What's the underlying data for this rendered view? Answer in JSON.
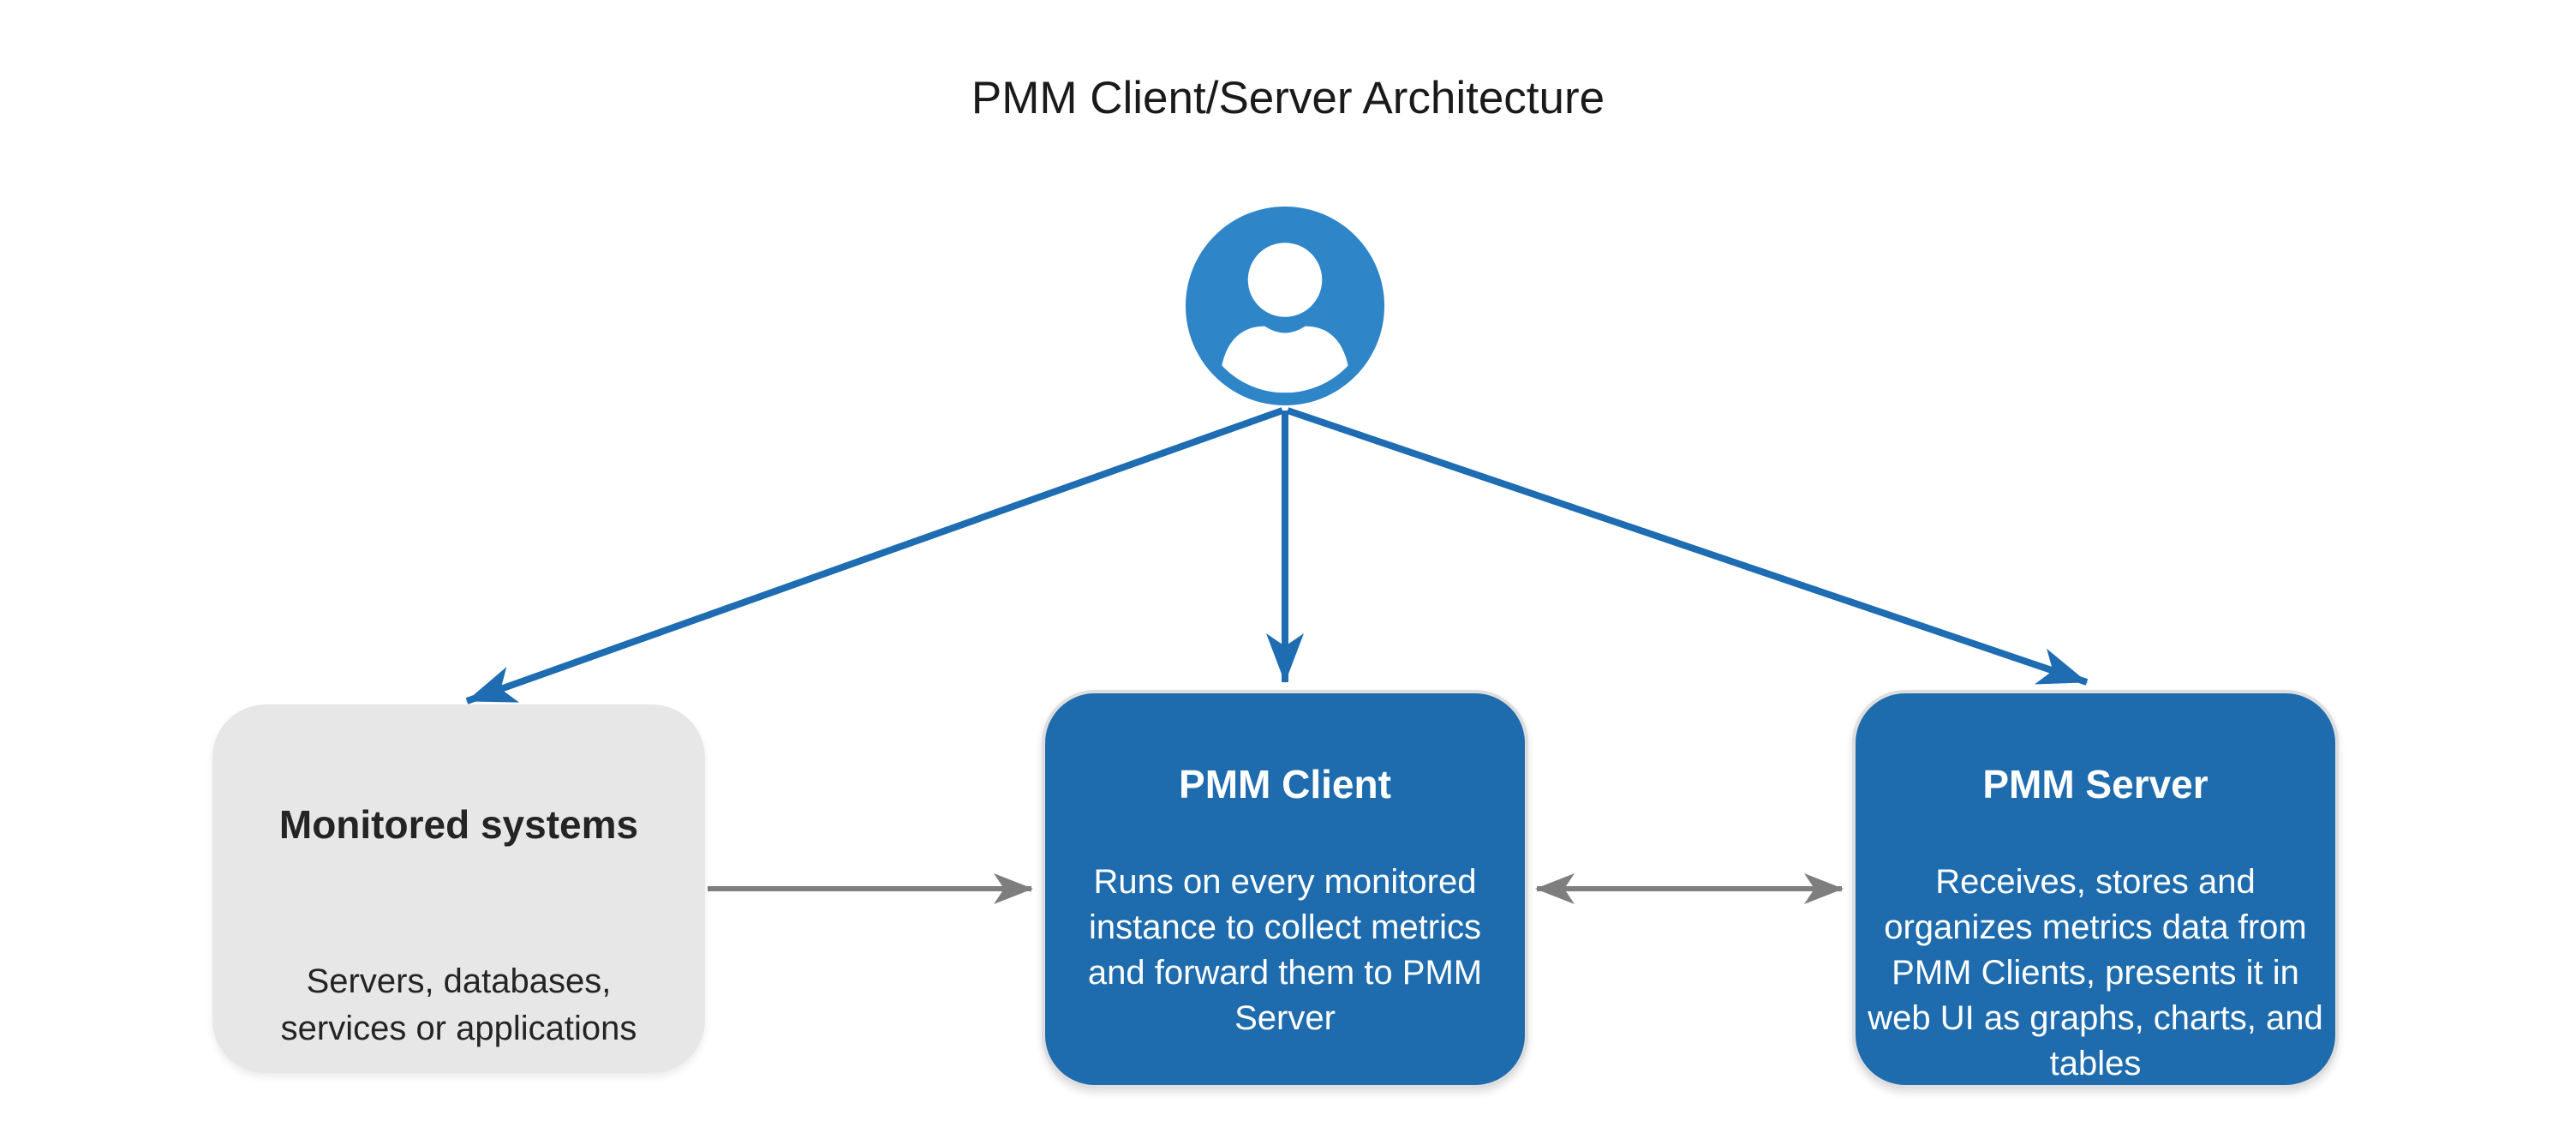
{
  "diagram": {
    "title": "PMM Client/Server Architecture",
    "nodes": [
      {
        "id": "monitored-systems",
        "title": "Monitored systems",
        "body": "Servers, databases,\nservices or applications",
        "variant": "gray"
      },
      {
        "id": "pmm-client",
        "title": "PMM Client",
        "body": "Runs on every monitored\ninstance to collect metrics\nand forward them to PMM\nServer",
        "variant": "blue"
      },
      {
        "id": "pmm-server",
        "title": "PMM Server",
        "body": "Receives, stores and\norganizes metrics data from\nPMM Clients, presents it in\nweb UI as graphs, charts, and\ntables",
        "variant": "blue"
      }
    ],
    "icons": [
      {
        "name": "user-icon",
        "meaning": "user / person viewing the system"
      }
    ],
    "edges": [
      {
        "from": "user",
        "to": "monitored-systems",
        "style": "blue",
        "heads": "end"
      },
      {
        "from": "user",
        "to": "pmm-client",
        "style": "blue",
        "heads": "end"
      },
      {
        "from": "user",
        "to": "pmm-server",
        "style": "blue",
        "heads": "end"
      },
      {
        "from": "monitored-systems",
        "to": "pmm-client",
        "style": "gray",
        "heads": "end"
      },
      {
        "from": "pmm-client",
        "to": "pmm-server",
        "style": "gray",
        "heads": "both"
      }
    ],
    "colors": {
      "background": "#ffffff",
      "title_text": "#1a1a1a",
      "person_blue": "#2e86c8",
      "node_blue": "#1e6cae",
      "node_gray": "#e7e7e7",
      "node_border": "#dedede",
      "dark_text": "#242424",
      "light_text": "#ffffff",
      "arrow_blue": "#1e6cb2",
      "arrow_gray": "#7e7e7e"
    }
  }
}
